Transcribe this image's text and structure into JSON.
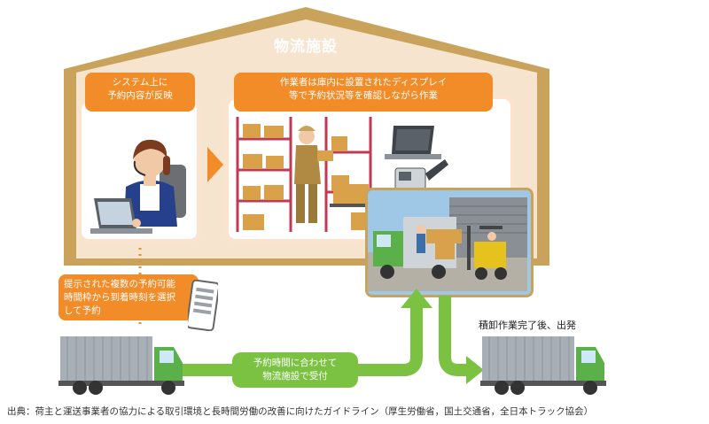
{
  "facility": {
    "title": "物流施設"
  },
  "callouts": {
    "system_reflect": [
      "システム上に",
      "予約内容が反映"
    ],
    "worker_display": [
      "作業者は庫内に設置されたディスプレイ",
      "等で予約状況等を確認しながら作業"
    ],
    "reservation": [
      "提示された複数の予約可能",
      "時間枠から到着時刻を選択",
      "して予約"
    ],
    "arrival": [
      "予約時間に合わせて",
      "物流施設で受付"
    ]
  },
  "departure_label": "積卸作業完了後、出発",
  "source_note": "出典：荷主と運送事業者の協力による取引環境と長時間労働の改善に向けたガイドライン（厚生労働省，国土交通省，全日本トラック協会）",
  "colors": {
    "house_roof": "#c9a35c",
    "house_fill": "#f7e4cf",
    "callout_orange": "#f28c28",
    "arrow_green": "#7cc242",
    "truck_green": "#5bb04a",
    "truck_box": "#a9afb6"
  },
  "icons": [
    "operator-illustration",
    "warehouse-worker-illustration",
    "laptop-icon",
    "handheld-scanner-icon",
    "smartphone-icon",
    "truck-icon",
    "forklift-illustration"
  ]
}
